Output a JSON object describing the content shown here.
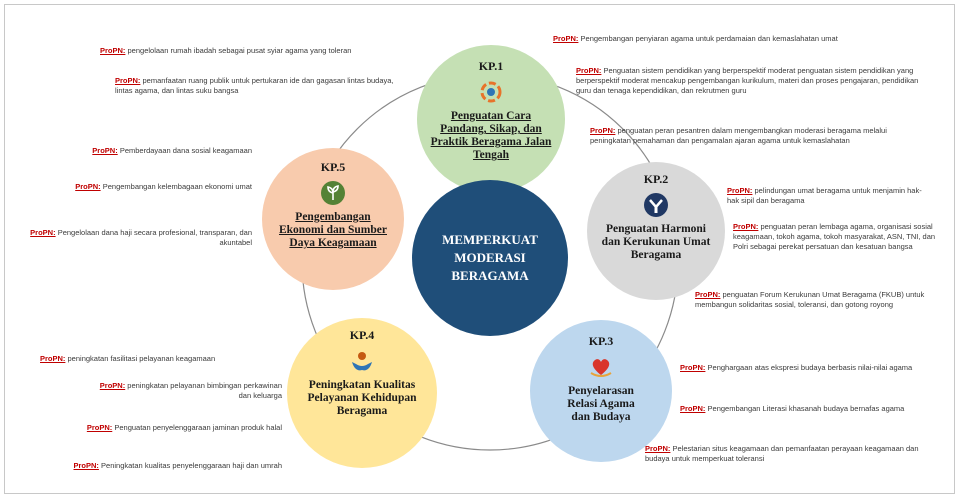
{
  "center_label": "MEMPERKUAT MODERASI BERAGAMA",
  "tag_label": "ProPN:",
  "colors": {
    "kp1": "#c5e0b4",
    "kp2": "#d9d9d9",
    "kp3": "#bdd7ee",
    "kp4": "#ffe699",
    "kp5": "#f8cbad",
    "center": "#1f4e79"
  },
  "kp1": {
    "code": "KP.1",
    "title": "Penguatan Cara Pandang, Sikap, dan Praktik Beragama Jalan Tengah",
    "icon": "wheel-icon",
    "notes_left": [
      "pengelolaan rumah ibadah sebagai pusat syiar agama yang toleran",
      "pemanfaatan ruang publik untuk pertukaran ide dan gagasan lintas budaya, lintas agama, dan lintas suku bangsa"
    ],
    "notes_right": [
      "Pengembangan penyiaran agama untuk perdamaian dan kemaslahatan umat",
      "Penguatan sistem pendidikan yang berperspektif moderat penguatan sistem pendidikan yang berperspektif moderat mencakup pengembangan kurikulum, materi dan proses pengajaran, pendidikan guru dan tenaga kependidikan, dan rekrutmen guru",
      "penguatan peran pesantren dalam mengembangkan moderasi beragama melalui peningkatan pemahaman dan pengamalan ajaran agama untuk kemaslahatan"
    ]
  },
  "kp2": {
    "code": "KP.2",
    "title": "Penguatan Harmoni dan Kerukunan Umat Beragama",
    "icon": "handshake-icon",
    "notes": [
      "pelindungan umat beragama untuk menjamin hak-hak sipil dan beragama",
      "penguatan peran lembaga agama, organisasi sosial keagamaan, tokoh agama, tokoh masyarakat, ASN, TNI, dan Polri sebagai perekat persatuan dan kesatuan bangsa",
      "penguatan Forum Kerukunan Umat Beragama (FKUB) untuk membangun solidaritas sosial, toleransi, dan gotong royong"
    ]
  },
  "kp3": {
    "code": "KP.3",
    "title": "Penyelarasan Relasi Agama dan Budaya",
    "icon": "heart-hands-icon",
    "notes": [
      "Penghargaan atas ekspresi budaya berbasis nilai-nilai agama",
      "Pengembangan Literasi khasanah budaya bernafas agama",
      "Pelestarian situs keagamaan dan pemanfaatan perayaan keagamaan dan budaya untuk memperkuat toleransi"
    ]
  },
  "kp4": {
    "code": "KP.4",
    "title": "Peningkatan Kualitas Pelayanan Kehidupan Beragama",
    "icon": "care-hands-icon",
    "notes": [
      "peningkatan fasilitasi pelayanan keagamaan",
      "peningkatan pelayanan bimbingan perkawinan dan keluarga",
      "Penguatan penyelenggaraan jaminan produk halal",
      "Peningkatan kualitas penyelenggaraan haji dan umrah"
    ]
  },
  "kp5": {
    "code": "KP.5",
    "title": "Pengembangan Ekonomi dan Sumber Daya Keagamaan",
    "icon": "plant-icon",
    "notes": [
      "Pemberdayaan dana sosial keagamaan",
      "Pengembangan kelembagaan ekonomi umat",
      "Pengelolaan dana haji secara profesional, transparan, dan akuntabel"
    ]
  }
}
